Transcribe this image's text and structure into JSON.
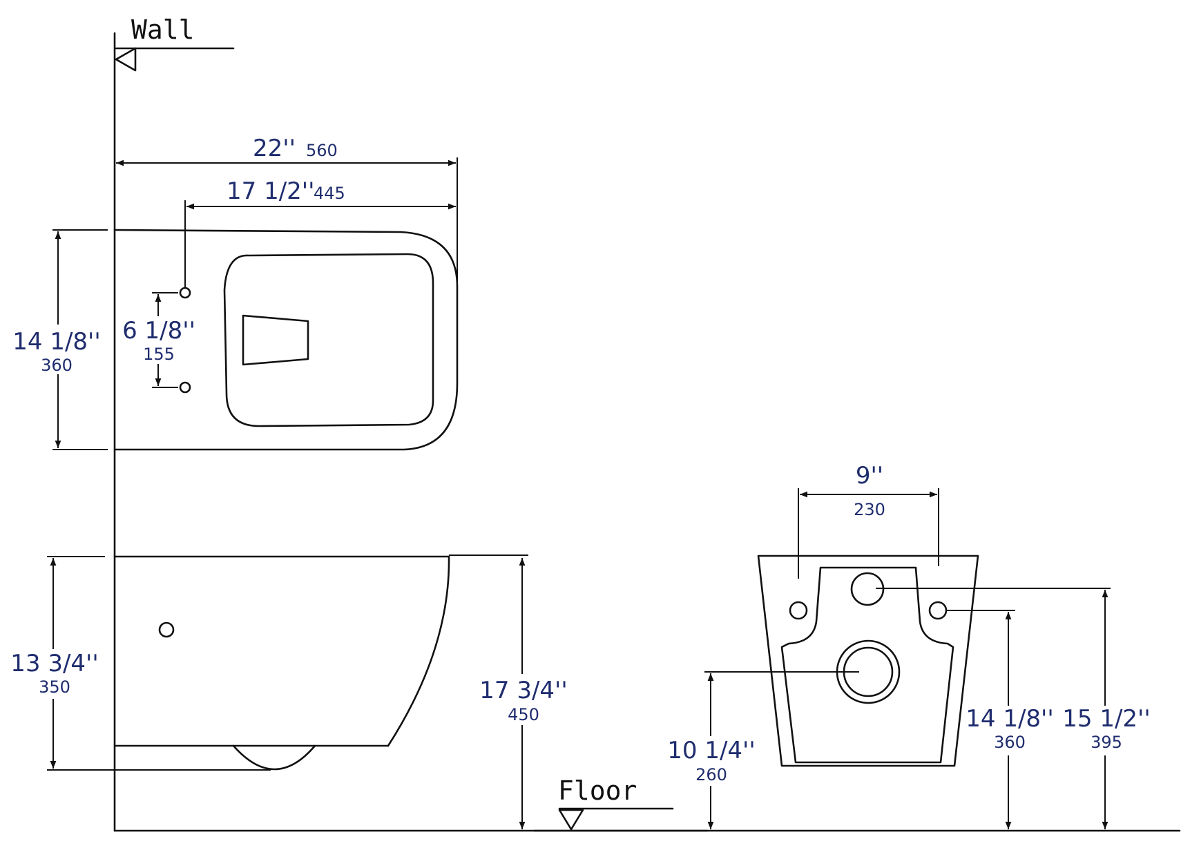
{
  "references": {
    "wall": "Wall",
    "floor": "Floor"
  },
  "top_view": {
    "overall_length": {
      "inch": "22''",
      "mm": "560"
    },
    "hole_to_front": {
      "inch": "17 1/2''",
      "mm": "445"
    },
    "width": {
      "inch": "14 1/8''",
      "mm": "360"
    },
    "bolt_spacing": {
      "inch": "6 1/8''",
      "mm": "155"
    }
  },
  "side_view": {
    "bowl_height": {
      "inch": "13 3/4''",
      "mm": "350"
    },
    "rim_height": {
      "inch": "17 3/4''",
      "mm": "450"
    }
  },
  "back_view": {
    "bolt_spacing": {
      "inch": "9''",
      "mm": "230"
    },
    "outlet_height": {
      "inch": "10 1/4''",
      "mm": "260"
    },
    "bolt_height": {
      "inch": "14 1/8''",
      "mm": "360"
    },
    "inlet_height": {
      "inch": "15 1/2''",
      "mm": "395"
    }
  }
}
